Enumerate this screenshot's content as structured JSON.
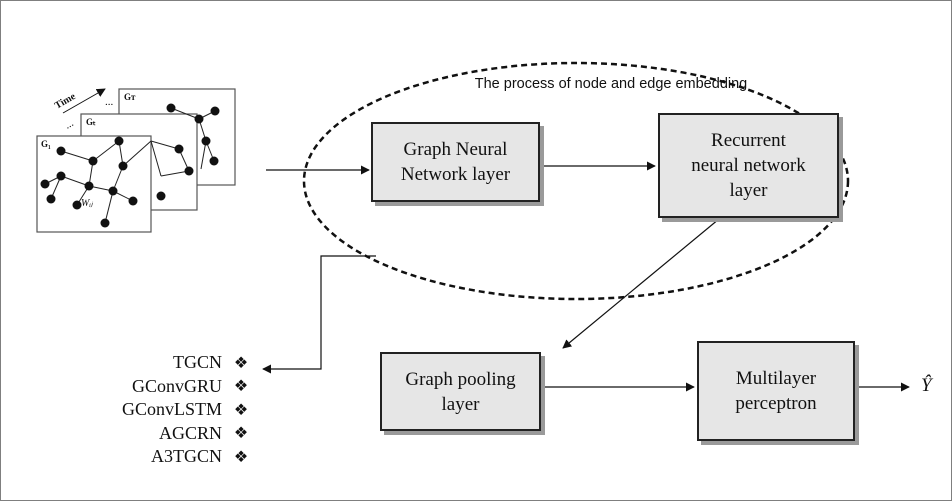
{
  "diagram": {
    "ellipse_label": "The process of node and edge embedding",
    "gnn_box": "Graph Neural\nNetwork layer",
    "rnn_box": "Recurrent\nneural network\nlayer",
    "pooling_box": "Graph pooling\nlayer",
    "mlp_box": "Multilayer\nperceptron",
    "output_label": "Ŷ",
    "graph_stack": {
      "time_label": "Time",
      "dots": "...",
      "frame_labels": [
        "G₁",
        "Gₜ",
        "Gᴛ"
      ],
      "edge_weight_label": "Wᵢⱼ"
    },
    "models": [
      "TGCN",
      "GConvGRU",
      "GConvLSTM",
      "AGCRN",
      "A3TGCN"
    ],
    "bullet_symbol": "❖"
  }
}
